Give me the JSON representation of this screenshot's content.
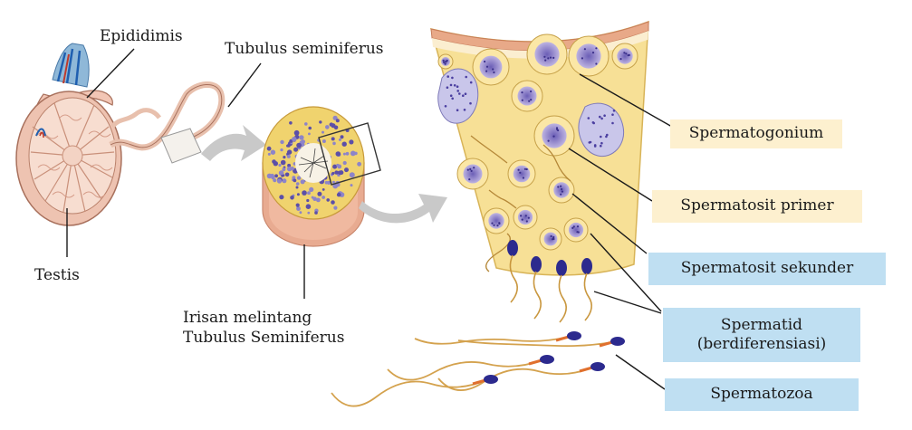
{
  "labels": {
    "epididimis": "Epididimis",
    "tubulus_seminiferus": "Tubulus seminiferus",
    "testis": "Testis",
    "irisan_line1": "Irisan melintang",
    "irisan_line2": "Tubulus Seminiferus"
  },
  "stages": [
    {
      "id": "spermatogonium",
      "text": "Spermatogonium",
      "color": "#fdf0cf"
    },
    {
      "id": "spermatosit_primer",
      "text": "Spermatosit primer",
      "color": "#fdf0cf"
    },
    {
      "id": "spermatosit_sekunder",
      "text": "Spermatosit sekunder",
      "color": "#bfdff2"
    },
    {
      "id": "spermatid",
      "text": "Spermatid",
      "text2": "(berdiferensiasi)",
      "color": "#bfdff2"
    },
    {
      "id": "spermatozoa",
      "text": "Spermatozoa",
      "color": "#bfdff2"
    }
  ]
}
